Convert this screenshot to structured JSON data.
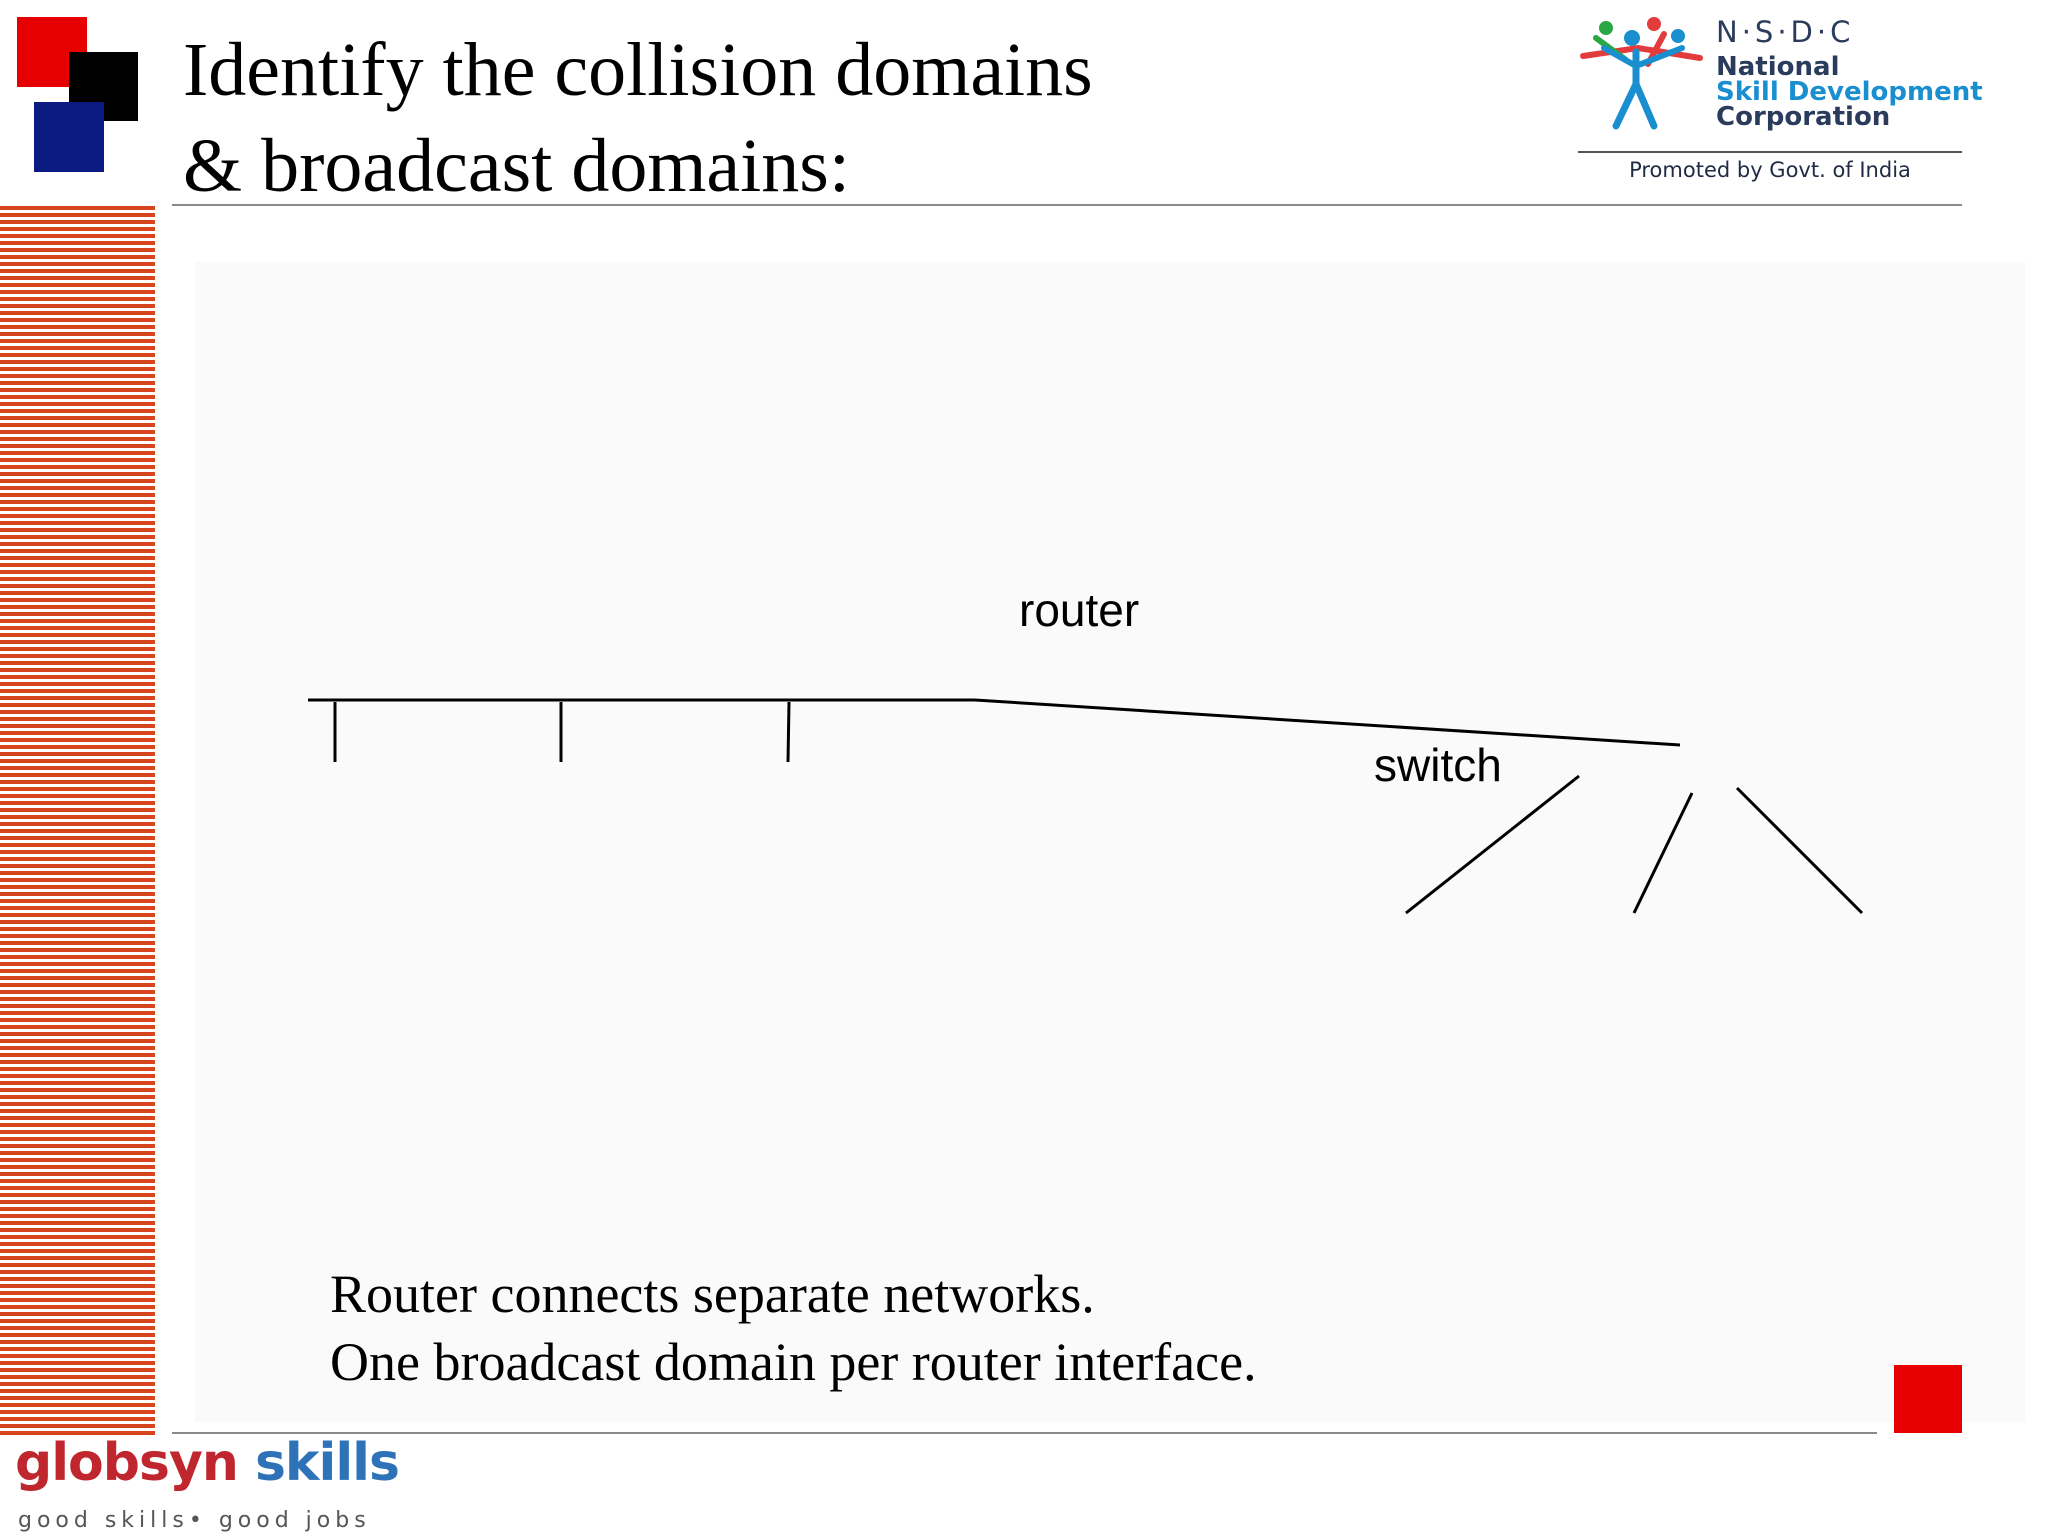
{
  "slide": {
    "title_line1": "Identify the collision domains",
    "title_line2": "& broadcast domains:",
    "caption_line1": "Router connects separate networks.",
    "caption_line2": "One broadcast domain per router interface."
  },
  "diagram": {
    "router_label": "router",
    "switch_label": "switch"
  },
  "logo": {
    "acronym": "N·S·D·C",
    "line1": "National",
    "line2": "Skill Development",
    "line3": "Corporation",
    "tagline": "Promoted by Govt. of India"
  },
  "brand": {
    "word1": "globsyn",
    "word2": "skills",
    "tagline": "good skills• good jobs"
  },
  "colors": {
    "accent_red": "#e60000",
    "accent_blue": "#0a1a80",
    "stripe": "#d6451c",
    "nsdc_blue": "#1a8fd0",
    "globsyn_red": "#c0262d",
    "globsyn_blue": "#2e72b8"
  }
}
